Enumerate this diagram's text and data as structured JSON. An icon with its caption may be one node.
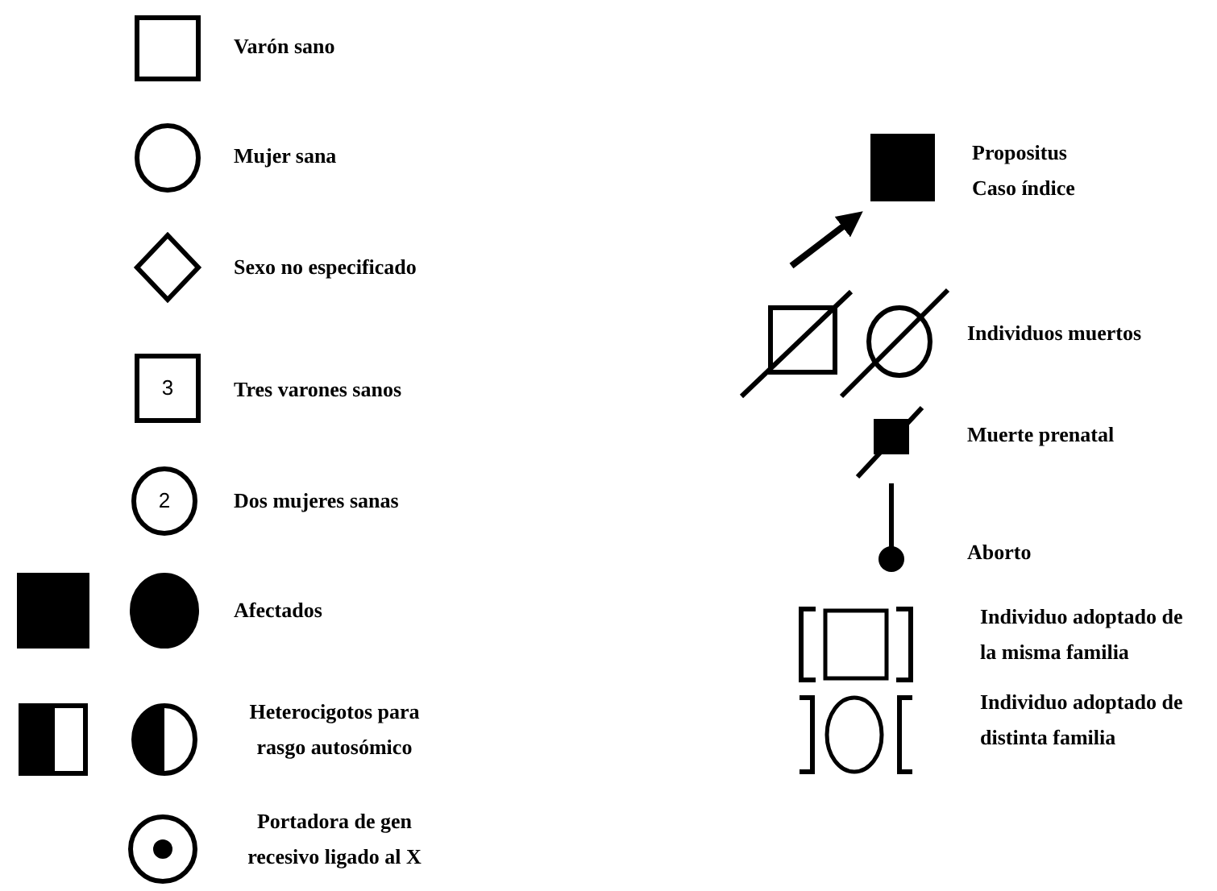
{
  "diagram": {
    "legend": [
      {
        "text": "Varón sano"
      },
      {
        "text": "Mujer sana"
      },
      {
        "text": "Sexo no especificado"
      },
      {
        "text": "Tres varones sanos"
      },
      {
        "text": "Dos mujeres sanas"
      },
      {
        "text": "Afectados"
      },
      {
        "text": "Heterocigotos para rasgo autosómico"
      },
      {
        "text": "Portadora de gen recesivo ligado al X"
      },
      {
        "text": "Propositus Caso índice"
      },
      {
        "text": "Individuos muertos"
      },
      {
        "text": "Muerte prenatal"
      },
      {
        "text": "Aborto"
      },
      {
        "text": "Individuo adoptado de la misma familia"
      },
      {
        "text": "Individuo adoptado de distinta familia"
      }
    ],
    "labels": [
      "3",
      "2"
    ]
  }
}
